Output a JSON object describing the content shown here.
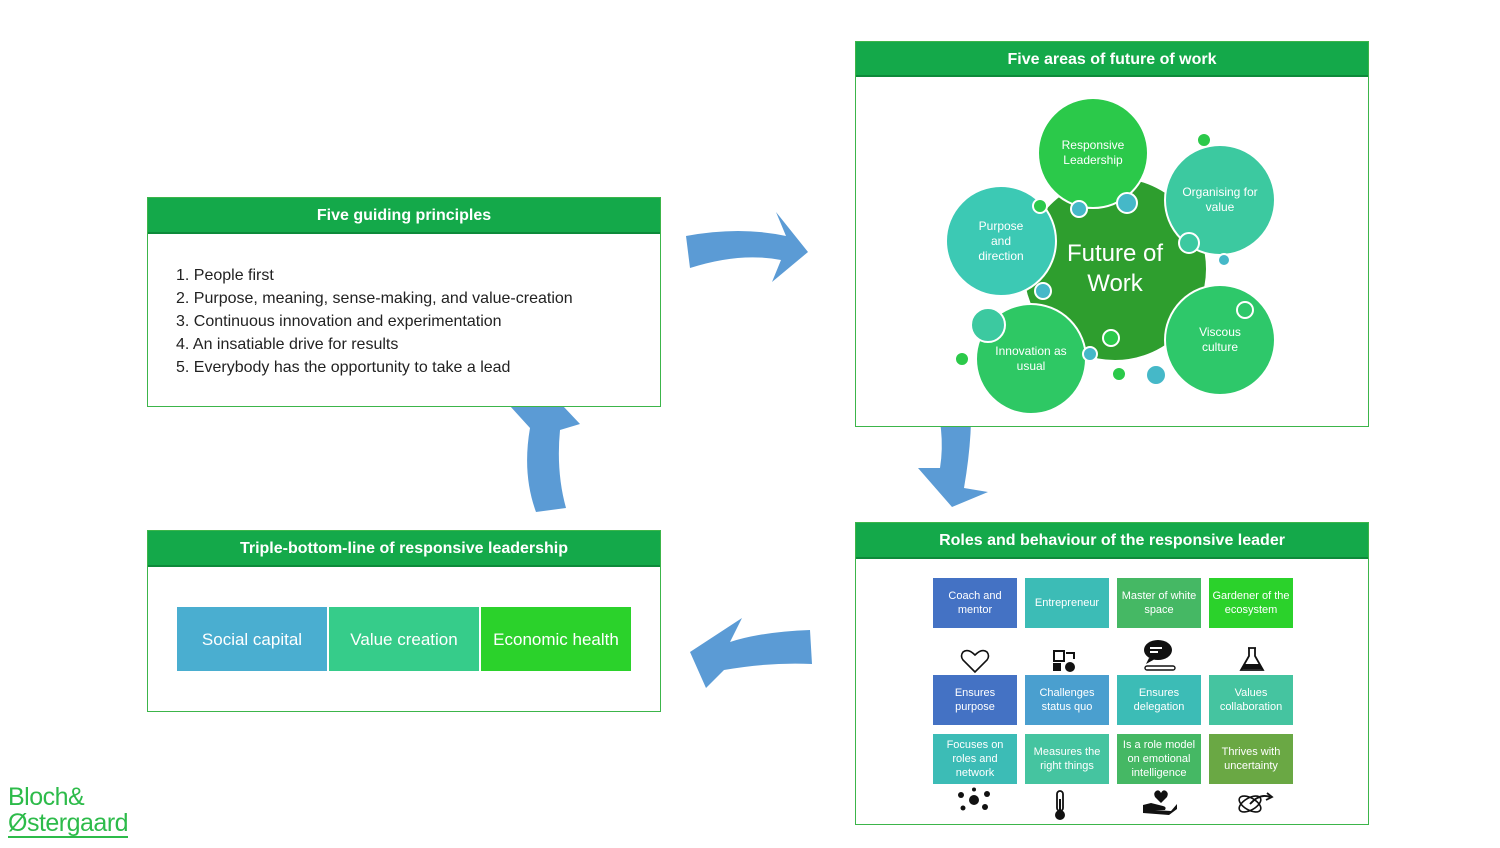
{
  "principles": {
    "title": "Five guiding principles",
    "items": [
      "1. People first",
      "2. Purpose, meaning, sense-making, and value-creation",
      "3. Continuous innovation and experimentation",
      "4. An insatiable drive for results",
      "5. Everybody has the opportunity to take a lead"
    ]
  },
  "areas": {
    "title": "Five areas of future of work",
    "center": "Future of Work",
    "bubbles": {
      "responsive": "Responsive Leadership",
      "organising": "Organising for value",
      "purpose": "Purpose and direction",
      "viscous": "Viscous culture",
      "innovation": "Innovation as usual"
    }
  },
  "roles": {
    "title": "Roles and behaviour of the responsive leader",
    "boxes": [
      "Coach and mentor",
      "Entrepreneur",
      "Master of white space",
      "Gardener of the ecosystem",
      "Ensures purpose",
      "Challenges status quo",
      "Ensures delegation",
      "Values collaboration",
      "Focuses on roles and network",
      "Measures the right things",
      "Is a role model on emotional intelligence",
      "Thrives with uncertainty"
    ],
    "icons": [
      "heart-icon",
      "shapes-icon",
      "chat-icon",
      "flask-icon",
      "network-dots-icon",
      "thermometer-icon",
      "hand-heart-icon",
      "atom-arrow-icon"
    ]
  },
  "triple": {
    "title": "Triple-bottom-line of responsive leadership",
    "items": [
      "Social capital",
      "Value creation",
      "Economic health"
    ]
  },
  "logo": {
    "line1": "Bloch&",
    "line2": "Østergaard"
  },
  "colors": {
    "header_green": "#14a94a",
    "arrow_blue": "#5b9bd5",
    "blue": "#4472c4",
    "teal": "#3cbcb6",
    "green": "#45b864",
    "bright_green": "#2bd22b",
    "olive": "#6aa844",
    "dark_green": "#2e9e2e"
  }
}
